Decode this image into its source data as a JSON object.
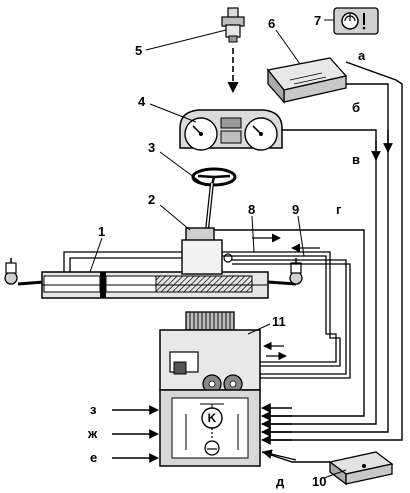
{
  "numbers": {
    "n1": "1",
    "n2": "2",
    "n3": "3",
    "n4": "4",
    "n5": "5",
    "n6": "6",
    "n7": "7",
    "n8": "8",
    "n9": "9",
    "n10": "10",
    "n11": "11"
  },
  "lines": {
    "a": "а",
    "b": "б",
    "v": "в",
    "g": "г",
    "d": "д",
    "e": "е",
    "zh": "ж",
    "z": "з"
  },
  "motor_letter": "K"
}
